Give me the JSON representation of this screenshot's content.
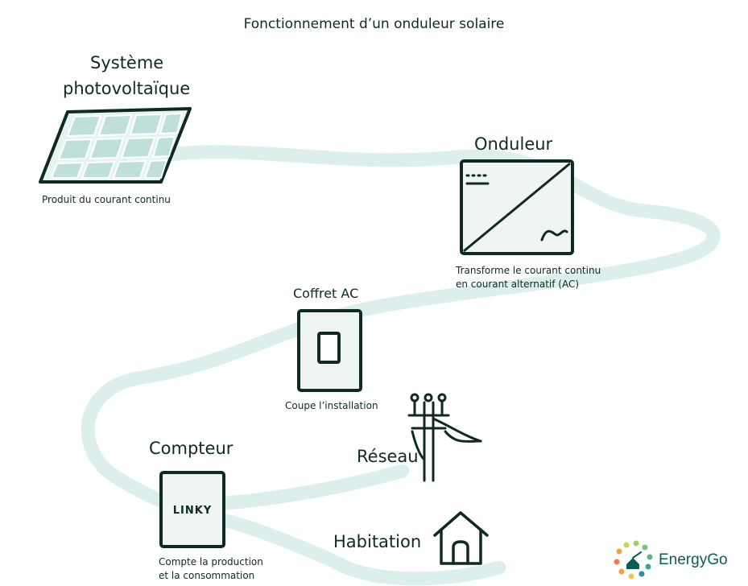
{
  "title": "Fonctionnement d’un onduleur solaire",
  "nodes": {
    "pv": {
      "label_line1": "Système",
      "label_line2": "photovoltaïque",
      "desc": "Produit du courant continu"
    },
    "inverter": {
      "label": "Onduleur",
      "desc_line1": "Transforme le courant  continu",
      "desc_line2": "en courant alternatif (AC)"
    },
    "ac_box": {
      "label": "Coffret AC",
      "desc": "Coupe l’installation"
    },
    "grid": {
      "label": "Réseau"
    },
    "meter": {
      "label": "Compteur",
      "panel_text": "LINKY",
      "desc_line1": "Compte la production",
      "desc_line2": "et la consommation"
    },
    "home": {
      "label": "Habitation"
    }
  },
  "brand": {
    "name": "EnergyGo"
  },
  "colors": {
    "ink": "#0f2a24",
    "cable": "#dcefed",
    "panel_fill": "#e6f4f1",
    "cell_fill": "#bfe0da",
    "box_fill": "#eef5f2",
    "brand_text": "#0d5a56"
  }
}
